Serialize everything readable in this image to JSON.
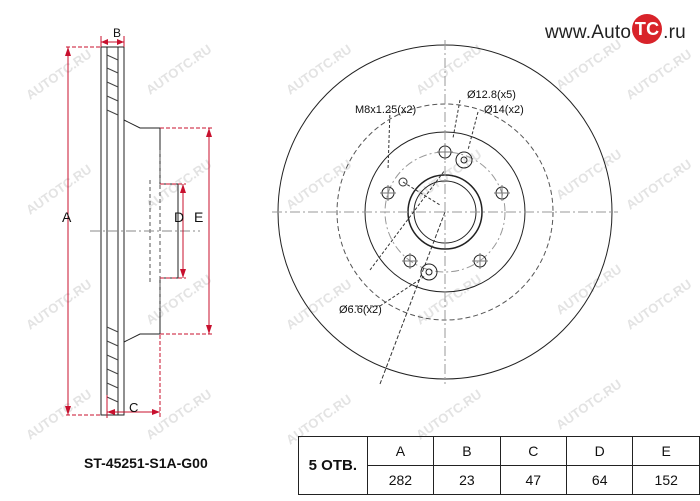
{
  "brand": {
    "prefix": "www.Auto",
    "mark": "TC",
    "suffix": ".ru"
  },
  "watermark": "AUTOTC.RU",
  "side_labels": {
    "A": "A",
    "B": "B",
    "C": "C",
    "D": "D",
    "E": "E"
  },
  "callouts": {
    "thread": "M8x1.25(x2)",
    "holes_large": "Ø12.8(x5)",
    "holes_14": "Ø14(x2)",
    "holes_small": "Ø6.6(x2)"
  },
  "part_number": "ST-45251-S1A-G00",
  "spec_table": {
    "holes": "5 ОТВ.",
    "headers": [
      "A",
      "B",
      "C",
      "D",
      "E"
    ],
    "values": [
      "282",
      "23",
      "47",
      "64",
      "152"
    ]
  },
  "colors": {
    "dimension": "#c8102e",
    "outline": "#222222",
    "brand_red": "#d8232a"
  }
}
